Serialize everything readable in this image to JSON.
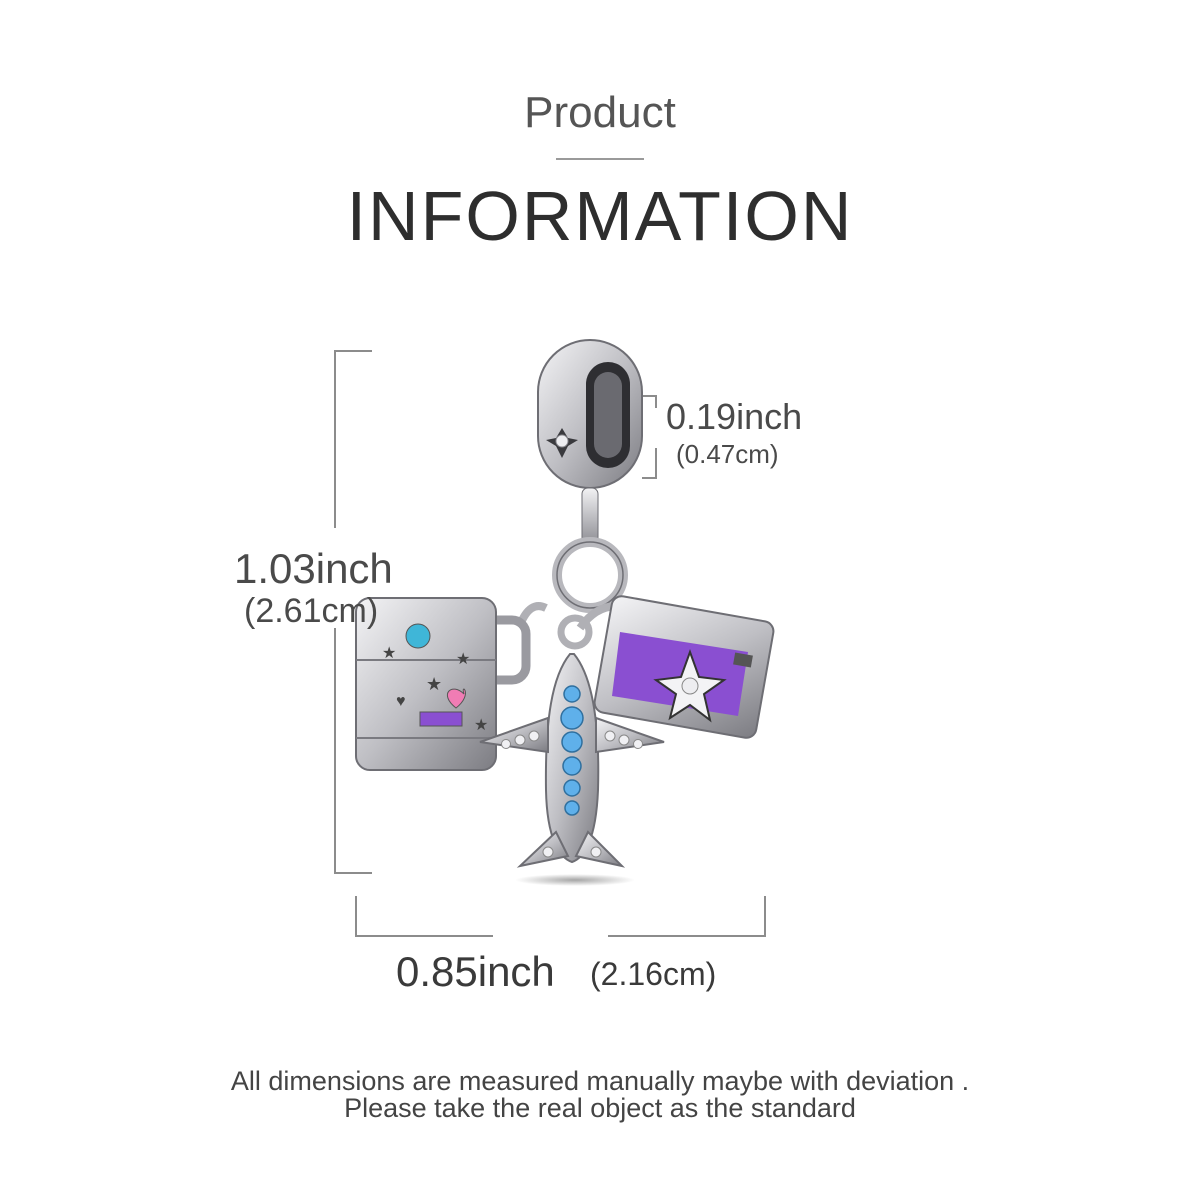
{
  "header": {
    "title_top": "Product",
    "title_main": "INFORMATION"
  },
  "dimensions": {
    "height": {
      "inch": "1.03inch",
      "cm": "(2.61cm)"
    },
    "bail": {
      "inch": "0.19inch",
      "cm": "(0.47cm)"
    },
    "width": {
      "inch": "0.85inch",
      "cm": "(2.16cm)"
    }
  },
  "footnote": {
    "line1": "All dimensions are measured manually maybe with deviation .",
    "line2": "Please take the real object as the standard"
  },
  "colors": {
    "silver": "#c8c8cc",
    "silver_dark": "#6e6e74",
    "purple_enamel": "#8a4fd1",
    "blue_stone": "#5fb0ea",
    "pink_enamel": "#f07cb4",
    "teal_enamel": "#3fb6d8",
    "guide_line": "#8c8c8c"
  },
  "product": {
    "icons": [
      "bail-charm",
      "suitcase-charm",
      "airplane-charm",
      "camera-charm"
    ]
  }
}
